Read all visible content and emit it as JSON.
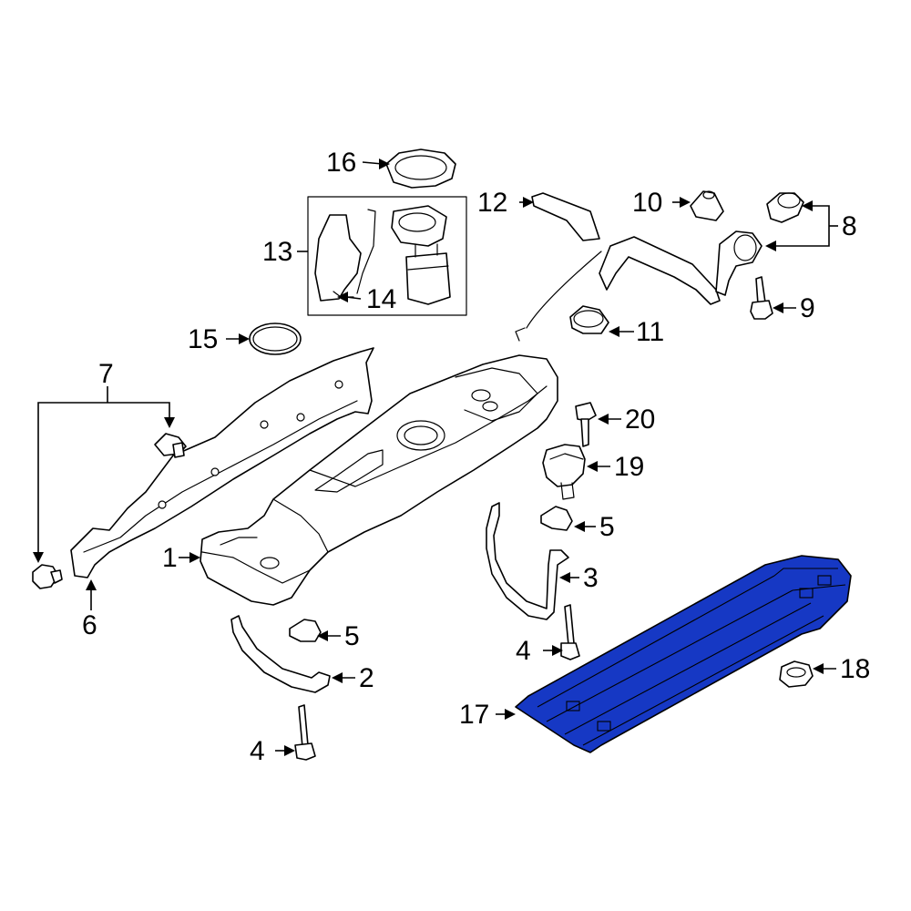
{
  "diagram": {
    "highlight_color": "#1638c4",
    "callouts": {
      "c1": "1",
      "c2": "2",
      "c3": "3",
      "c4a": "4",
      "c4b": "4",
      "c5a": "5",
      "c5b": "5",
      "c6": "6",
      "c7": "7",
      "c8": "8",
      "c9": "9",
      "c10": "10",
      "c11": "11",
      "c12": "12",
      "c13": "13",
      "c14": "14",
      "c15": "15",
      "c16": "16",
      "c17": "17",
      "c18": "18",
      "c19": "19",
      "c20": "20"
    }
  }
}
